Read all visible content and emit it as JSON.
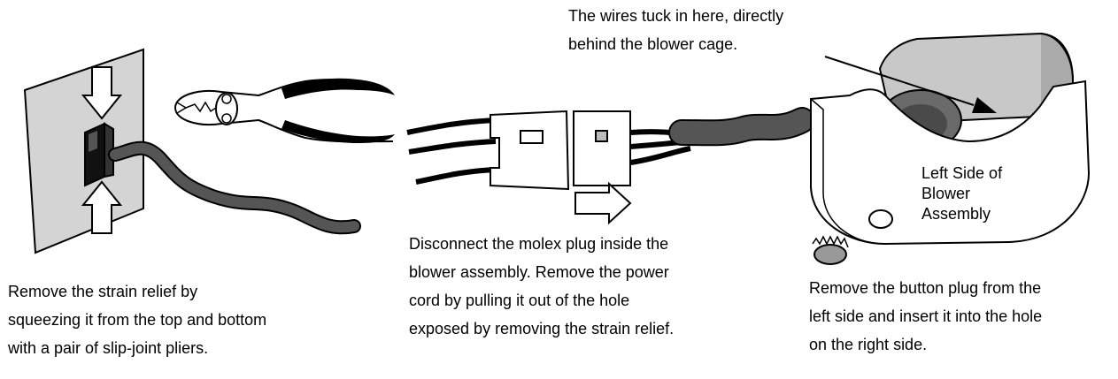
{
  "captions": {
    "strain_relief": [
      "Remove the strain relief by",
      "squeezing it from the top and bottom",
      "with a pair of slip-joint pliers."
    ],
    "molex_plug": [
      "Disconnect the molex plug inside the",
      "blower assembly.  Remove the power",
      "cord by pulling it out of the hole",
      "exposed by removing the strain relief."
    ],
    "button_plug": [
      "Remove the button plug from the",
      "left side and insert it into the hole",
      "on the right side."
    ]
  },
  "callout": [
    "The wires tuck in here, directly",
    "behind the blower cage."
  ],
  "blower_label": [
    "Left Side of",
    "Blower",
    "Assembly"
  ]
}
